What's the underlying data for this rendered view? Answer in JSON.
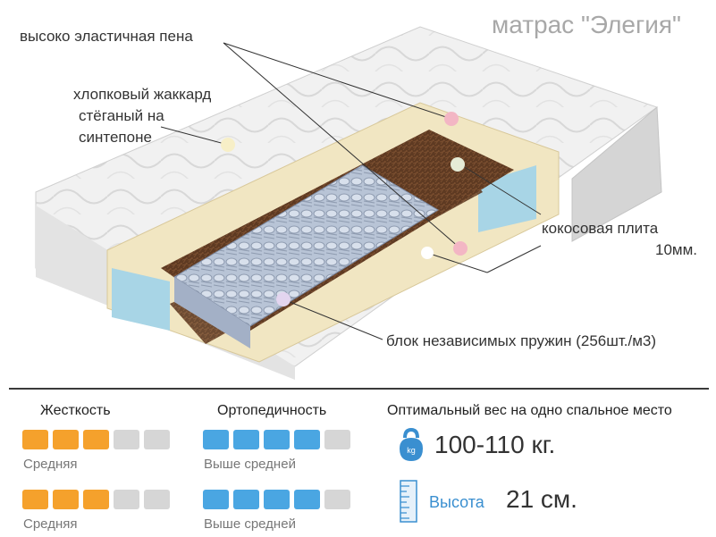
{
  "title": "матрас \"Элегия\"",
  "callouts": {
    "foam": "высоко эластичная пена",
    "jacquard": [
      "хлопковый жаккард",
      "стёганый на",
      "синтепоне"
    ],
    "coconut": [
      "кокосовая плита",
      "10мм."
    ],
    "springs": "блок независимых пружин (256шт./м3)"
  },
  "specs": {
    "firmness": {
      "heading": "Жесткость",
      "rows": [
        {
          "caption": "Средняя",
          "level": 3,
          "max": 5
        },
        {
          "caption": "Средняя",
          "level": 3,
          "max": 5
        }
      ]
    },
    "orthopedic": {
      "heading": "Ортопедичность",
      "rows": [
        {
          "caption": "Выше средней",
          "level": 4,
          "max": 5
        },
        {
          "caption": "Выше средней",
          "level": 4,
          "max": 5
        }
      ]
    },
    "weight": {
      "heading": "Оптимальный вес на одно спальное место",
      "value": "100-110 кг.",
      "icon_text": "kg"
    },
    "height": {
      "label": "Высота",
      "value": "21 см."
    }
  },
  "colors": {
    "firmness": "#f5a12c",
    "orthopedic": "#4aa6e2",
    "inactive": "#d6d6d6",
    "accent": "#3a8fd0"
  }
}
